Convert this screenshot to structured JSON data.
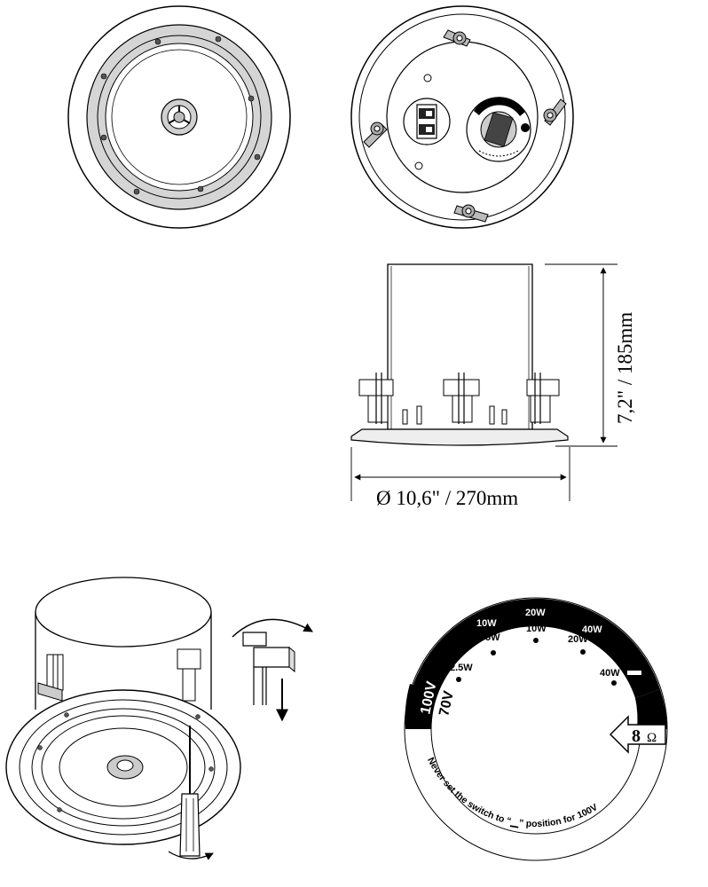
{
  "dimensions": {
    "height_label": "7,2\" / 185mm",
    "diameter_label": "Ø 10,6\" / 270mm"
  },
  "tap_dial": {
    "labels_100v": [
      "10W",
      "20W",
      "40W"
    ],
    "labels_100v_inner": [
      "5W",
      "10W",
      "20W",
      "40W"
    ],
    "labels_70v": [
      "5W",
      "2.5W"
    ],
    "voltage_100v": "100V",
    "voltage_70v": "70V",
    "impedance_number": "8",
    "impedance_unit": "Ω",
    "warning_part1": "Never set the switch to “",
    "warning_part2": "” position for 100V"
  }
}
